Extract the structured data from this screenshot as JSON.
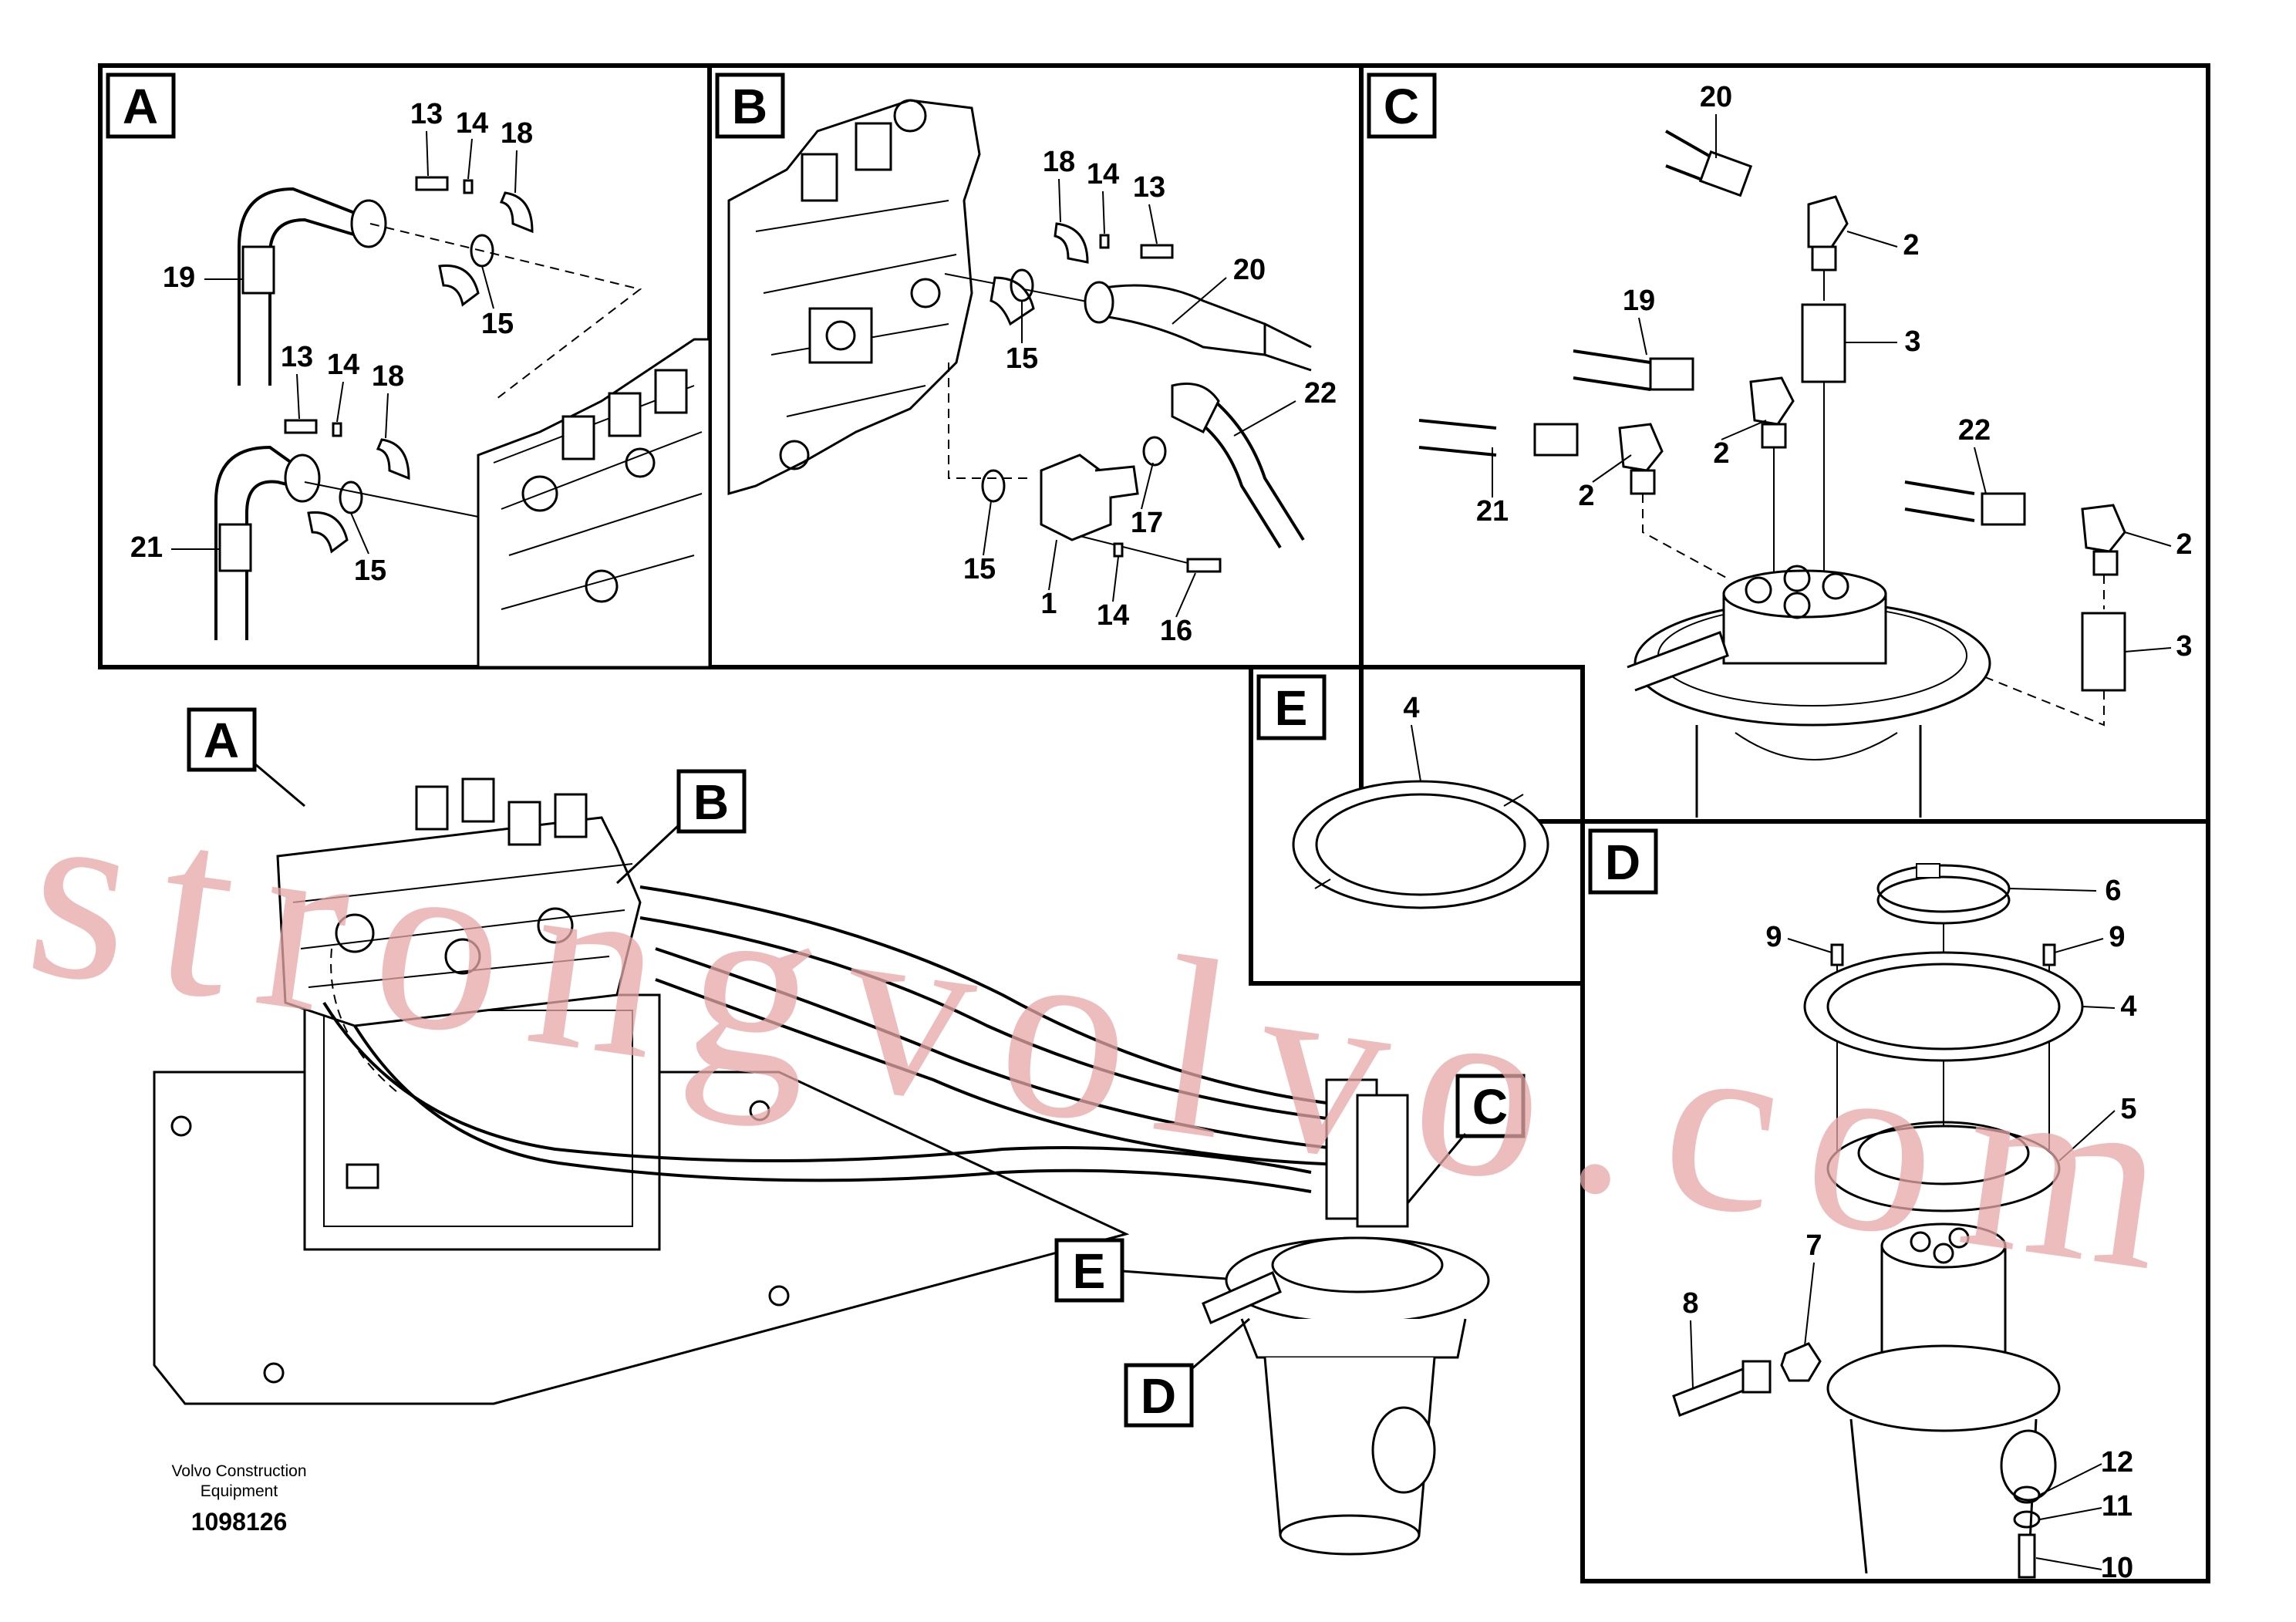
{
  "panels": {
    "A": "A",
    "B": "B",
    "C": "C",
    "D": "D",
    "E": "E"
  },
  "callouts": {
    "A": "A",
    "B": "B",
    "C": "C",
    "D": "D",
    "E": "E"
  },
  "part_numbers": {
    "a": [
      "13",
      "14",
      "18",
      "19",
      "15",
      "13",
      "14",
      "18",
      "21",
      "15"
    ],
    "b": [
      "18",
      "14",
      "13",
      "20",
      "15",
      "22",
      "17",
      "15",
      "1",
      "14",
      "16"
    ],
    "c": [
      "20",
      "2",
      "19",
      "3",
      "21",
      "2",
      "2",
      "22",
      "2",
      "3"
    ],
    "d": [
      "6",
      "9",
      "9",
      "4",
      "5",
      "7",
      "8",
      "12",
      "11",
      "10"
    ],
    "e": [
      "4"
    ]
  },
  "watermark": "strongvolvo.com",
  "footer": {
    "brand_line1": "Volvo Construction",
    "brand_line2": "Equipment",
    "doc_number": "1098126"
  }
}
